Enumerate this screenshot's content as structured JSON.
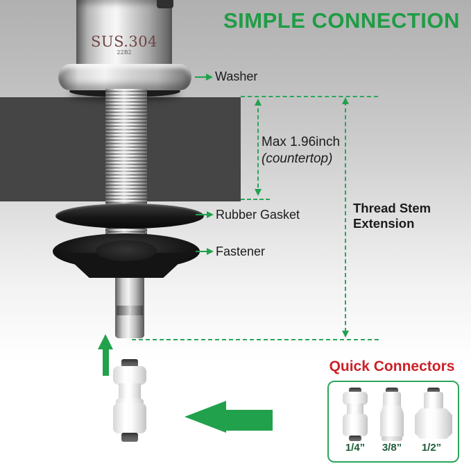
{
  "title": "SIMPLE CONNECTION",
  "faucet": {
    "engraving_line1": "SUS.304",
    "engraving_line2": "22B2"
  },
  "labels": {
    "washer": "Washer",
    "rubber_gasket": "Rubber Gasket",
    "fastener": "Fastener",
    "max_height_line1": "Max 1.96inch",
    "max_height_line2": "(countertop)",
    "thread_stem_line1": "Thread Stem",
    "thread_stem_line2": "Extension"
  },
  "quick_connectors": {
    "title": "Quick Connectors",
    "items": [
      {
        "size": "1/4”"
      },
      {
        "size": "3/8”"
      },
      {
        "size": "1/2”"
      }
    ]
  },
  "colors": {
    "title_green": "#1f9c45",
    "arrow_green": "#21a14c",
    "dash_green": "#2ba55a",
    "red_heading": "#cc2128",
    "size_label_green": "#1d5c38",
    "countertop_gray": "#454545",
    "label_text": "#1b1b1b"
  }
}
